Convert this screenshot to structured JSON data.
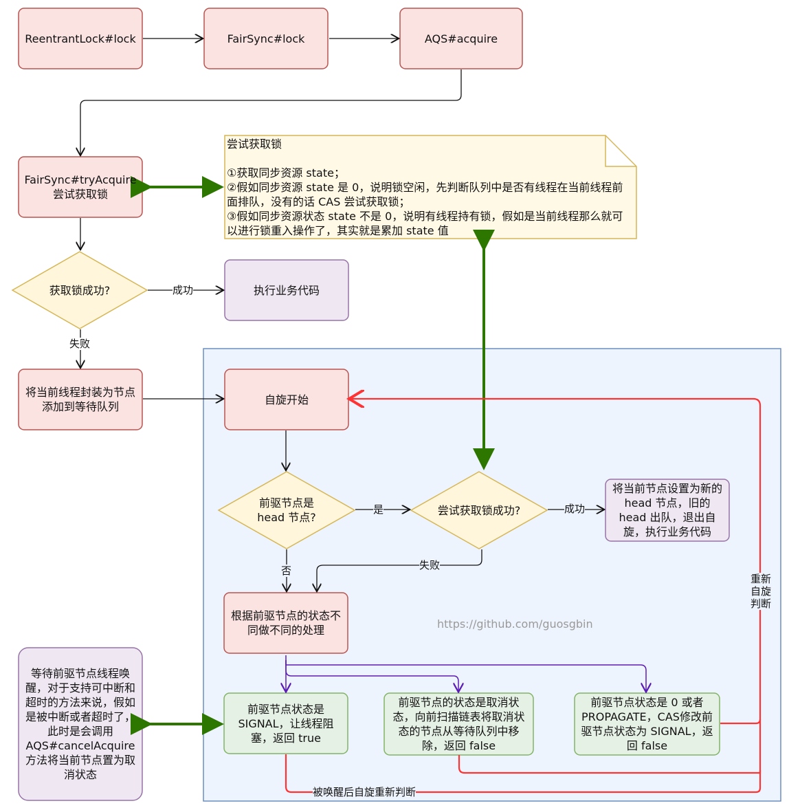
{
  "colors": {
    "red_fill": "#f8cecc",
    "red_stroke": "#b85450",
    "yellow_fill": "#fff2cc",
    "yellow_stroke": "#d6b656",
    "purple_fill": "#e1d5e7",
    "purple_stroke": "#9673a6",
    "green_fill": "#d5e8d4",
    "green_stroke": "#82b366",
    "blue_fill": "#dae8fc",
    "blue_stroke": "#6c8ebf",
    "red_edge": "#ff3333",
    "green_edge": "#2d7600",
    "purple_edge": "#5b1bb5"
  },
  "nodes": {
    "reentrant_lock": "ReentrantLock#lock",
    "fairsync_lock": "FairSync#lock",
    "aqs_acquire": "AQS#acquire",
    "try_acquire": "FairSync#tryAcquire\n尝试获取锁",
    "acquire_success": "获取锁成功?",
    "run_business": "执行业务代码",
    "add_waiter": "将当前线程封装为节点添加到等待队列",
    "spin_start": "自旋开始",
    "pred_is_head": "前驱节点是\nhead 节点?",
    "try_acquire_success": "尝试获取锁成功?",
    "set_head": "将当前节点设置为新的 head 节点，旧的 head 出队，退出自旋，执行业务代码",
    "by_pred_status": "根据前驱节点的状态不同做不同的处理",
    "wait_pred": "等待前驱节点线程唤醒，对于支持可中断和超时的方法来说，假如是被中断或者超时了，此时是会调用 AQS#cancelAcquire 方法将当前节点置为取消状态",
    "signal": "前驱节点状态是 SIGNAL，让线程阻塞，返回 true",
    "cancelled": "前驱节点的状态是取消状态，向前扫描链表将取消状态的节点从等待队列中移除，返回 false",
    "propagate": "前驱节点状态是 0 或者 PROPAGATE，CAS修改前驱节点状态为 SIGNAL，返回 false"
  },
  "note": {
    "text": "尝试获取锁\n\n①获取同步资源 state；\n②假如同步资源 state 是 0，说明锁空闲，先判断队列中是否有线程在当前线程前面排队，没有的话 CAS 尝试获取锁；\n③假如同步资源状态 state 不是 0，说明有线程持有锁，假如是当前线程那么就可以进行锁重入操作了，其实就是累加 state 值"
  },
  "edge_labels": {
    "success1": "成功",
    "fail1": "失败",
    "yes": "是",
    "success2": "成功",
    "no": "否",
    "fail2": "失败",
    "respin": "重新\n自旋\n判断",
    "woken": "被唤醒后自旋重新判断"
  },
  "watermark": "https://github.com/guosgbin"
}
